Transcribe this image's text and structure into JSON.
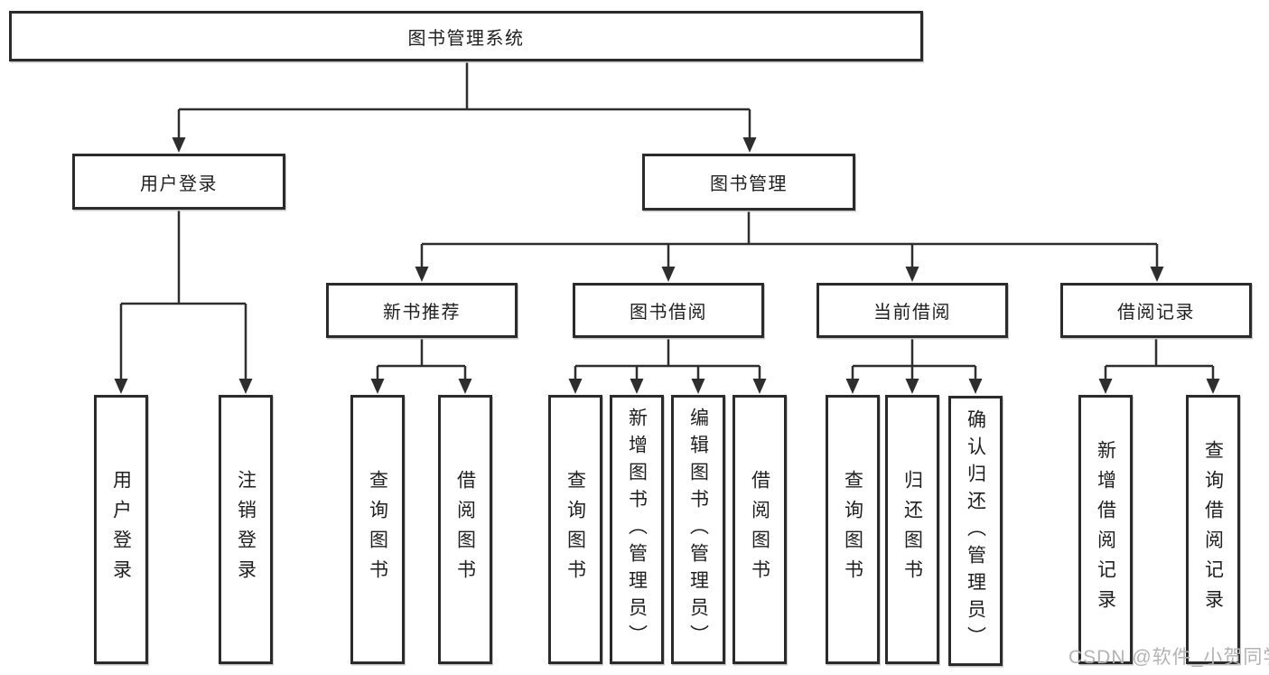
{
  "diagram_title": "图书管理系统",
  "nodes": {
    "root": "图书管理系统",
    "user_login": "用户登录",
    "book_mgmt": "图书管理",
    "new_book_rec": "新书推荐",
    "book_borrow": "图书借阅",
    "current_borrow": "当前借阅",
    "borrow_records": "借阅记录",
    "leaf_user_login": "用户登录",
    "leaf_logout": "注销登录",
    "leaf_query_book_rec": "查询图书",
    "leaf_borrow_book_rec": "借阅图书",
    "leaf_query_book_borrow": "查询图书",
    "leaf_add_book": "新增图书（管理员）",
    "leaf_edit_book": "编辑图书（管理员）",
    "leaf_borrow_book_borrow": "借阅图书",
    "leaf_query_book_current": "查询图书",
    "leaf_return_book": "归还图书",
    "leaf_confirm_return": "确认归还（管理员）",
    "leaf_add_record": "新增借阅记录",
    "leaf_query_record": "查询借阅记录"
  },
  "structure": {
    "root_children": [
      "用户登录",
      "图书管理"
    ],
    "user_login_children": [
      "用户登录",
      "注销登录"
    ],
    "book_mgmt_children": [
      "新书推荐",
      "图书借阅",
      "当前借阅",
      "借阅记录"
    ],
    "new_book_rec_children": [
      "查询图书",
      "借阅图书"
    ],
    "book_borrow_children": [
      "查询图书",
      "新增图书（管理员）",
      "编辑图书（管理员）",
      "借阅图书"
    ],
    "current_borrow_children": [
      "查询图书",
      "归还图书",
      "确认归还（管理员）"
    ],
    "borrow_records_children": [
      "新增借阅记录",
      "查询借阅记录"
    ]
  },
  "watermark": "CSDN @软件_小贺同学",
  "colors": {
    "line": "#2e2e2e",
    "box_border": "#2b2b2b",
    "text": "#1f1f1f",
    "watermark": "#b3b3b3",
    "background": "#ffffff"
  }
}
